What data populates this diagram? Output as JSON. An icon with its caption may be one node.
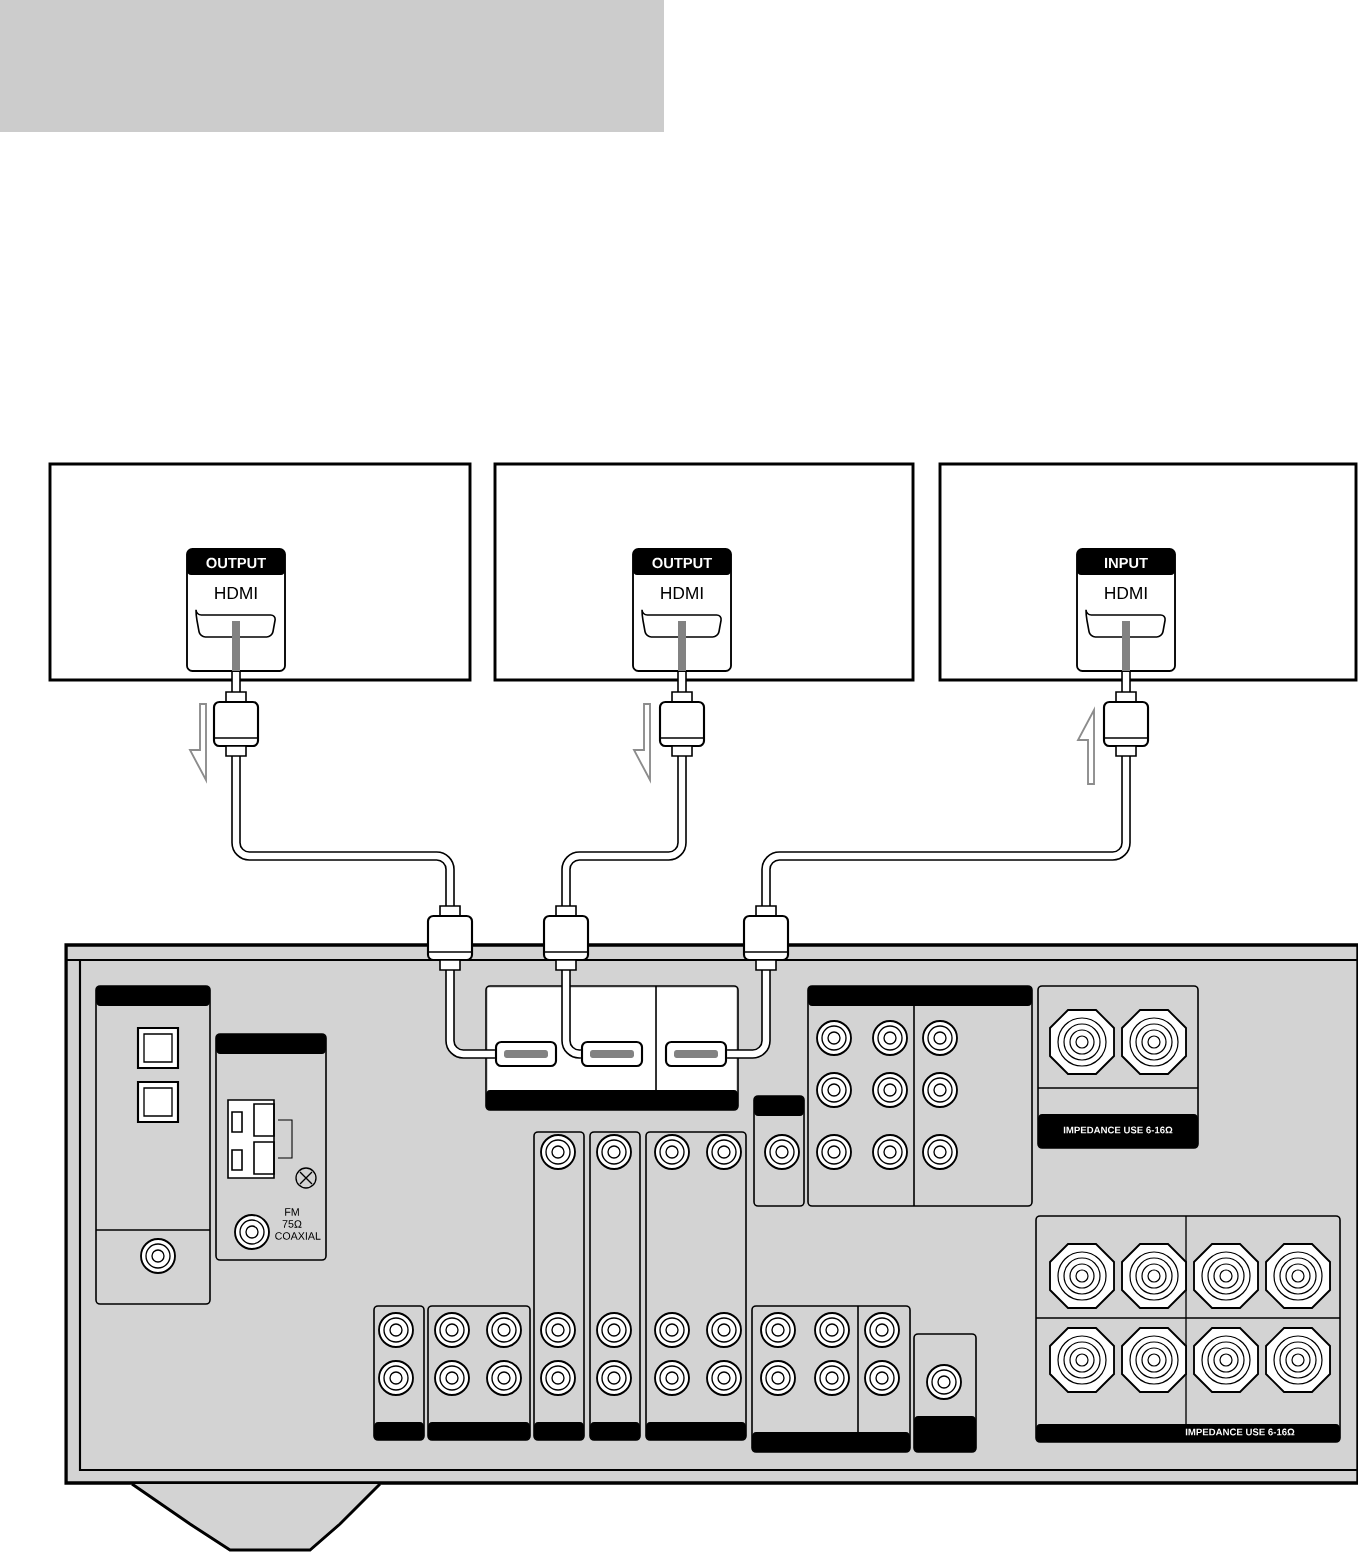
{
  "diagram": {
    "nodes": [
      {
        "text": [],
        "shape": "box"
      },
      {
        "text": [
          "OUTPUT",
          "HDMI"
        ],
        "in": 0
      },
      {
        "text": [],
        "shape": "box"
      },
      {
        "text": [
          "OUTPUT",
          "HDMI"
        ],
        "in": 2
      },
      {
        "text": [],
        "shape": "box"
      },
      {
        "text": [
          "INPUT",
          "HDMI"
        ],
        "in": 4
      },
      {
        "text": [],
        "shape": "box"
      },
      {
        "text": [],
        "shape": "box",
        "in": 6
      },
      {
        "text": [],
        "shape": "box",
        "in": 6
      },
      {
        "text": [],
        "shape": "box",
        "in": 6
      },
      {
        "text": [],
        "shape": "box"
      }
    ],
    "edges": [
      {
        "from": 1,
        "to": 7,
        "arrow": "none"
      },
      {
        "from": 3,
        "to": 8,
        "arrow": "none"
      },
      {
        "from": 5,
        "to": 9,
        "arrow": "none"
      }
    ],
    "labels": [
      "FM 75Ω COAXIAL",
      "IMPEDANCE USE 6-16Ω",
      "IMPEDANCE USE 6-16Ω"
    ]
  }
}
